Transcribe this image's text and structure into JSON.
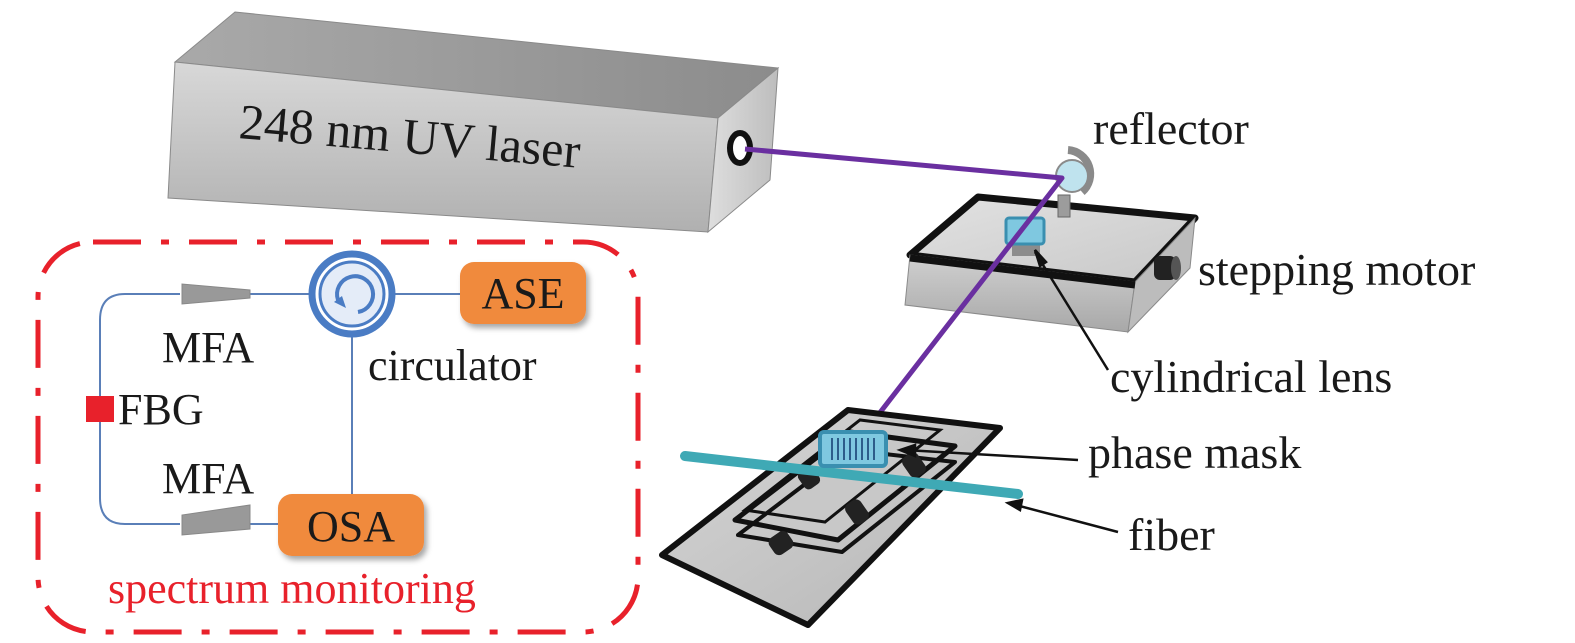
{
  "labels": {
    "laser": "248 nm UV laser",
    "reflector": "reflector",
    "stepping_motor": "stepping motor",
    "cylindrical_lens": "cylindrical lens",
    "phase_mask": "phase mask",
    "fiber": "fiber",
    "ase": "ASE",
    "osa": "OSA",
    "circulator": "circulator",
    "mfa_top": "MFA",
    "mfa_bottom": "MFA",
    "fbg": "FBG",
    "spectrum_monitoring": "spectrum monitoring"
  },
  "colors": {
    "beam": "#6a2fa0",
    "fiber": "#3fa9b5",
    "monitor_border": "#e8212b",
    "fbg": "#e8212b",
    "box_fill": "#f08a3e",
    "circulator": "#4a7cc4",
    "fiber_line": "#5a7fb8"
  }
}
